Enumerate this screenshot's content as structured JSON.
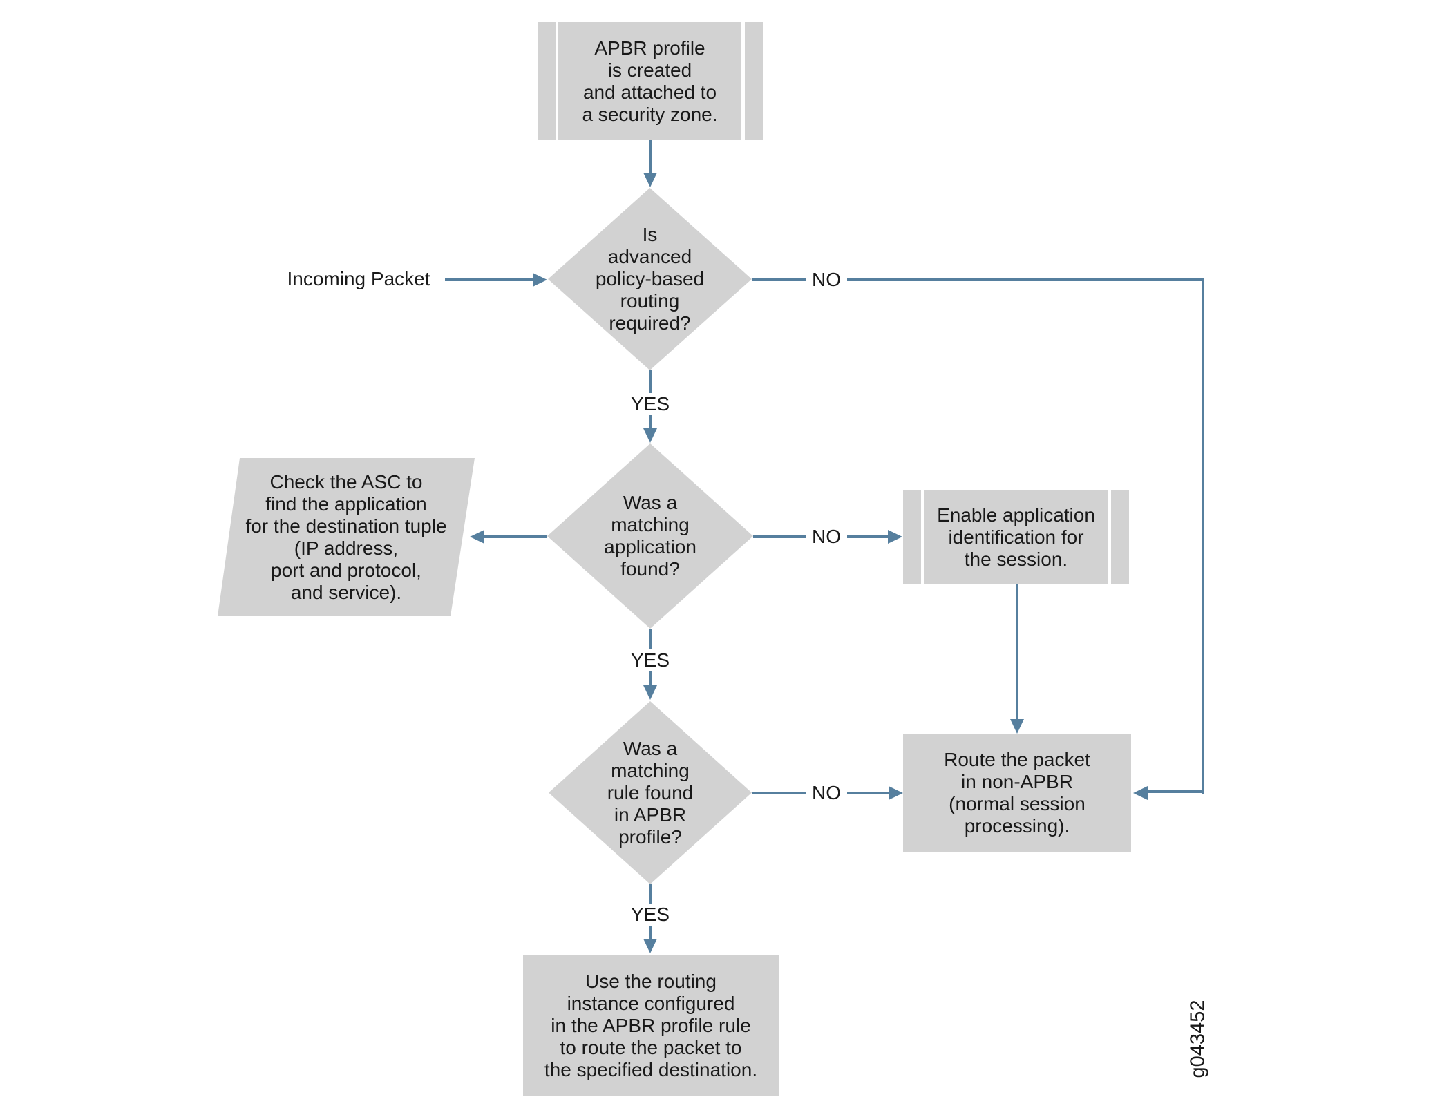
{
  "colors": {
    "node_fill": "#d2d2d2",
    "connector_line": "#567f9e",
    "text": "#191919",
    "background": "#ffffff"
  },
  "nodes": {
    "apbr_profile": {
      "type": "predefined-process",
      "text": "APBR profile\nis created\nand attached to\na security zone."
    },
    "decision_apbr_required": {
      "type": "decision",
      "text": "Is\nadvanced\npolicy-based\nrouting\nrequired?"
    },
    "check_asc": {
      "type": "data",
      "text": "Check the ASC to\nfind the application\nfor the destination tuple\n(IP address,\nport and protocol,\nand service)."
    },
    "decision_matching_application": {
      "type": "decision",
      "text": "Was a\nmatching\napplication\nfound?"
    },
    "enable_app_identification": {
      "type": "predefined-process",
      "text": "Enable application\nidentification for\nthe session."
    },
    "decision_matching_rule": {
      "type": "decision",
      "text": "Was a\nmatching\nrule found\nin APBR\nprofile?"
    },
    "route_non_apbr": {
      "type": "process",
      "text": "Route the packet\nin non-APBR\n(normal session\nprocessing)."
    },
    "use_routing_instance": {
      "type": "process",
      "text": "Use the routing\ninstance configured\nin the APBR profile rule\nto route the packet to\nthe specified destination."
    }
  },
  "labels": {
    "incoming_packet": "Incoming Packet",
    "no_1": "NO",
    "yes_1": "YES",
    "no_2": "NO",
    "yes_2": "YES",
    "no_3": "NO",
    "yes_3": "YES",
    "figure_id": "g043452"
  }
}
